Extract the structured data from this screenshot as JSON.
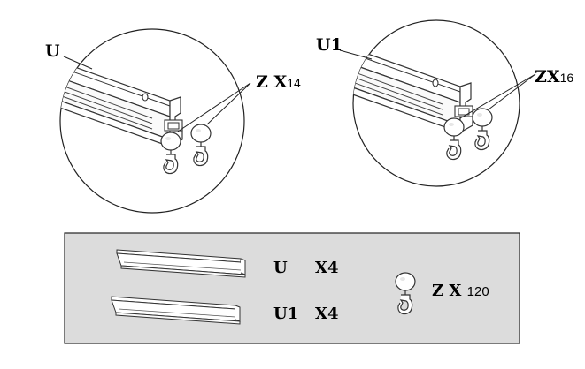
{
  "detail_left": {
    "rail_label": "U",
    "hook_label": "Z X",
    "hook_count": "14"
  },
  "detail_right": {
    "rail_label": "U1",
    "hook_label": "ZX",
    "hook_count": "16"
  },
  "parts_box": {
    "background": "#dcdcdc",
    "rows": [
      {
        "name": "U",
        "qty": "X4"
      },
      {
        "name": "U1",
        "qty": "X4"
      }
    ],
    "hook_label": "Z X",
    "hook_count": "120"
  },
  "icons": [
    "rail-profile-icon",
    "hook-glider-icon",
    "straight-rail-icon"
  ]
}
